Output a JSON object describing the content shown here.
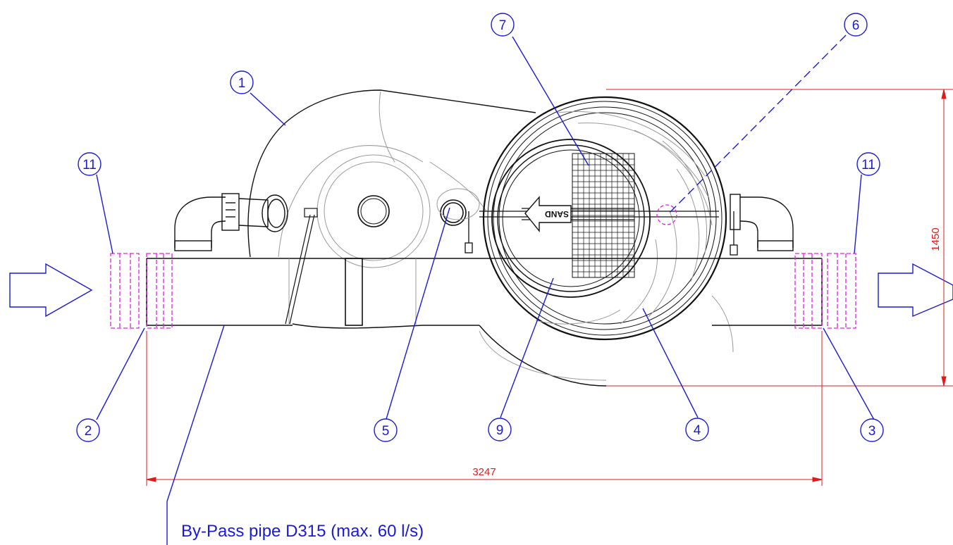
{
  "callouts": {
    "c1": "1",
    "c2": "2",
    "c3": "3",
    "c4": "4",
    "c5": "5",
    "c6": "6",
    "c7": "7",
    "c9": "9",
    "c11_left": "11",
    "c11_right": "11"
  },
  "dimensions": {
    "width": "3247",
    "height": "1450"
  },
  "caption": "By-Pass pipe D315 (max. 60 l/s)",
  "cover_label": "SAND",
  "colors": {
    "callout": "#1a1ad6",
    "dimension": "#e01b1b",
    "seal": "#e020e0",
    "outline": "#111111"
  }
}
